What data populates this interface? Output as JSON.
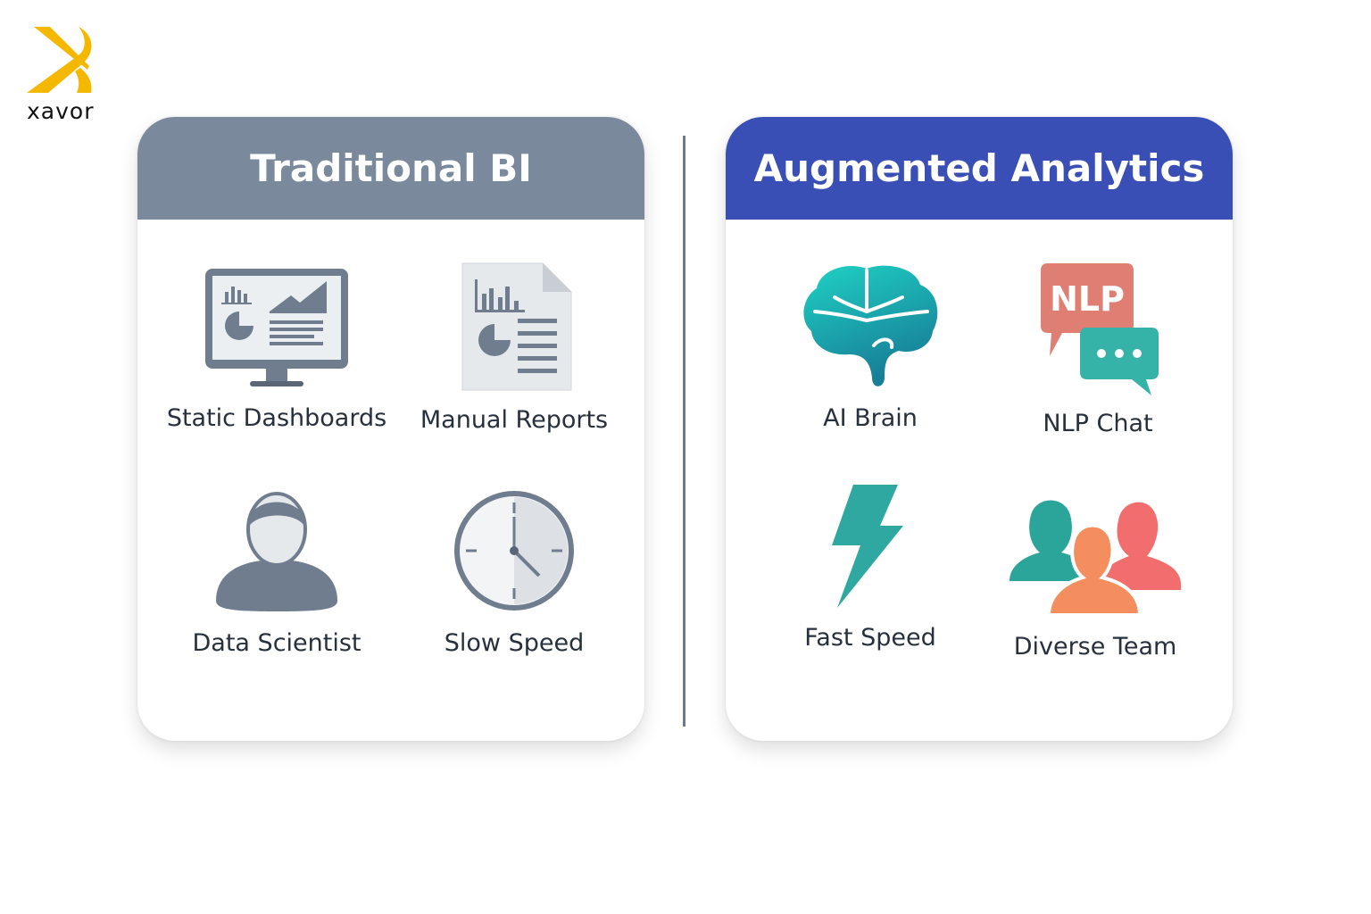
{
  "logo": {
    "text": "xavor",
    "color": "#f5b800"
  },
  "traditional": {
    "title": "Traditional BI",
    "color": "#7a8a9c",
    "items": [
      {
        "label": "Static Dashboards",
        "icon": "monitor-dashboard-icon"
      },
      {
        "label": "Manual Reports",
        "icon": "report-document-icon"
      },
      {
        "label": "Data Scientist",
        "icon": "person-icon"
      },
      {
        "label": "Slow Speed",
        "icon": "clock-icon"
      }
    ]
  },
  "augmented": {
    "title": "Augmented Analytics",
    "color": "#3a4fb5",
    "items": [
      {
        "label": "AI Brain",
        "icon": "brain-icon"
      },
      {
        "label": "NLP Chat",
        "icon": "chat-bubbles-icon",
        "badge": "NLP"
      },
      {
        "label": "Fast Speed",
        "icon": "lightning-icon"
      },
      {
        "label": "Diverse Team",
        "icon": "team-icon"
      }
    ]
  }
}
